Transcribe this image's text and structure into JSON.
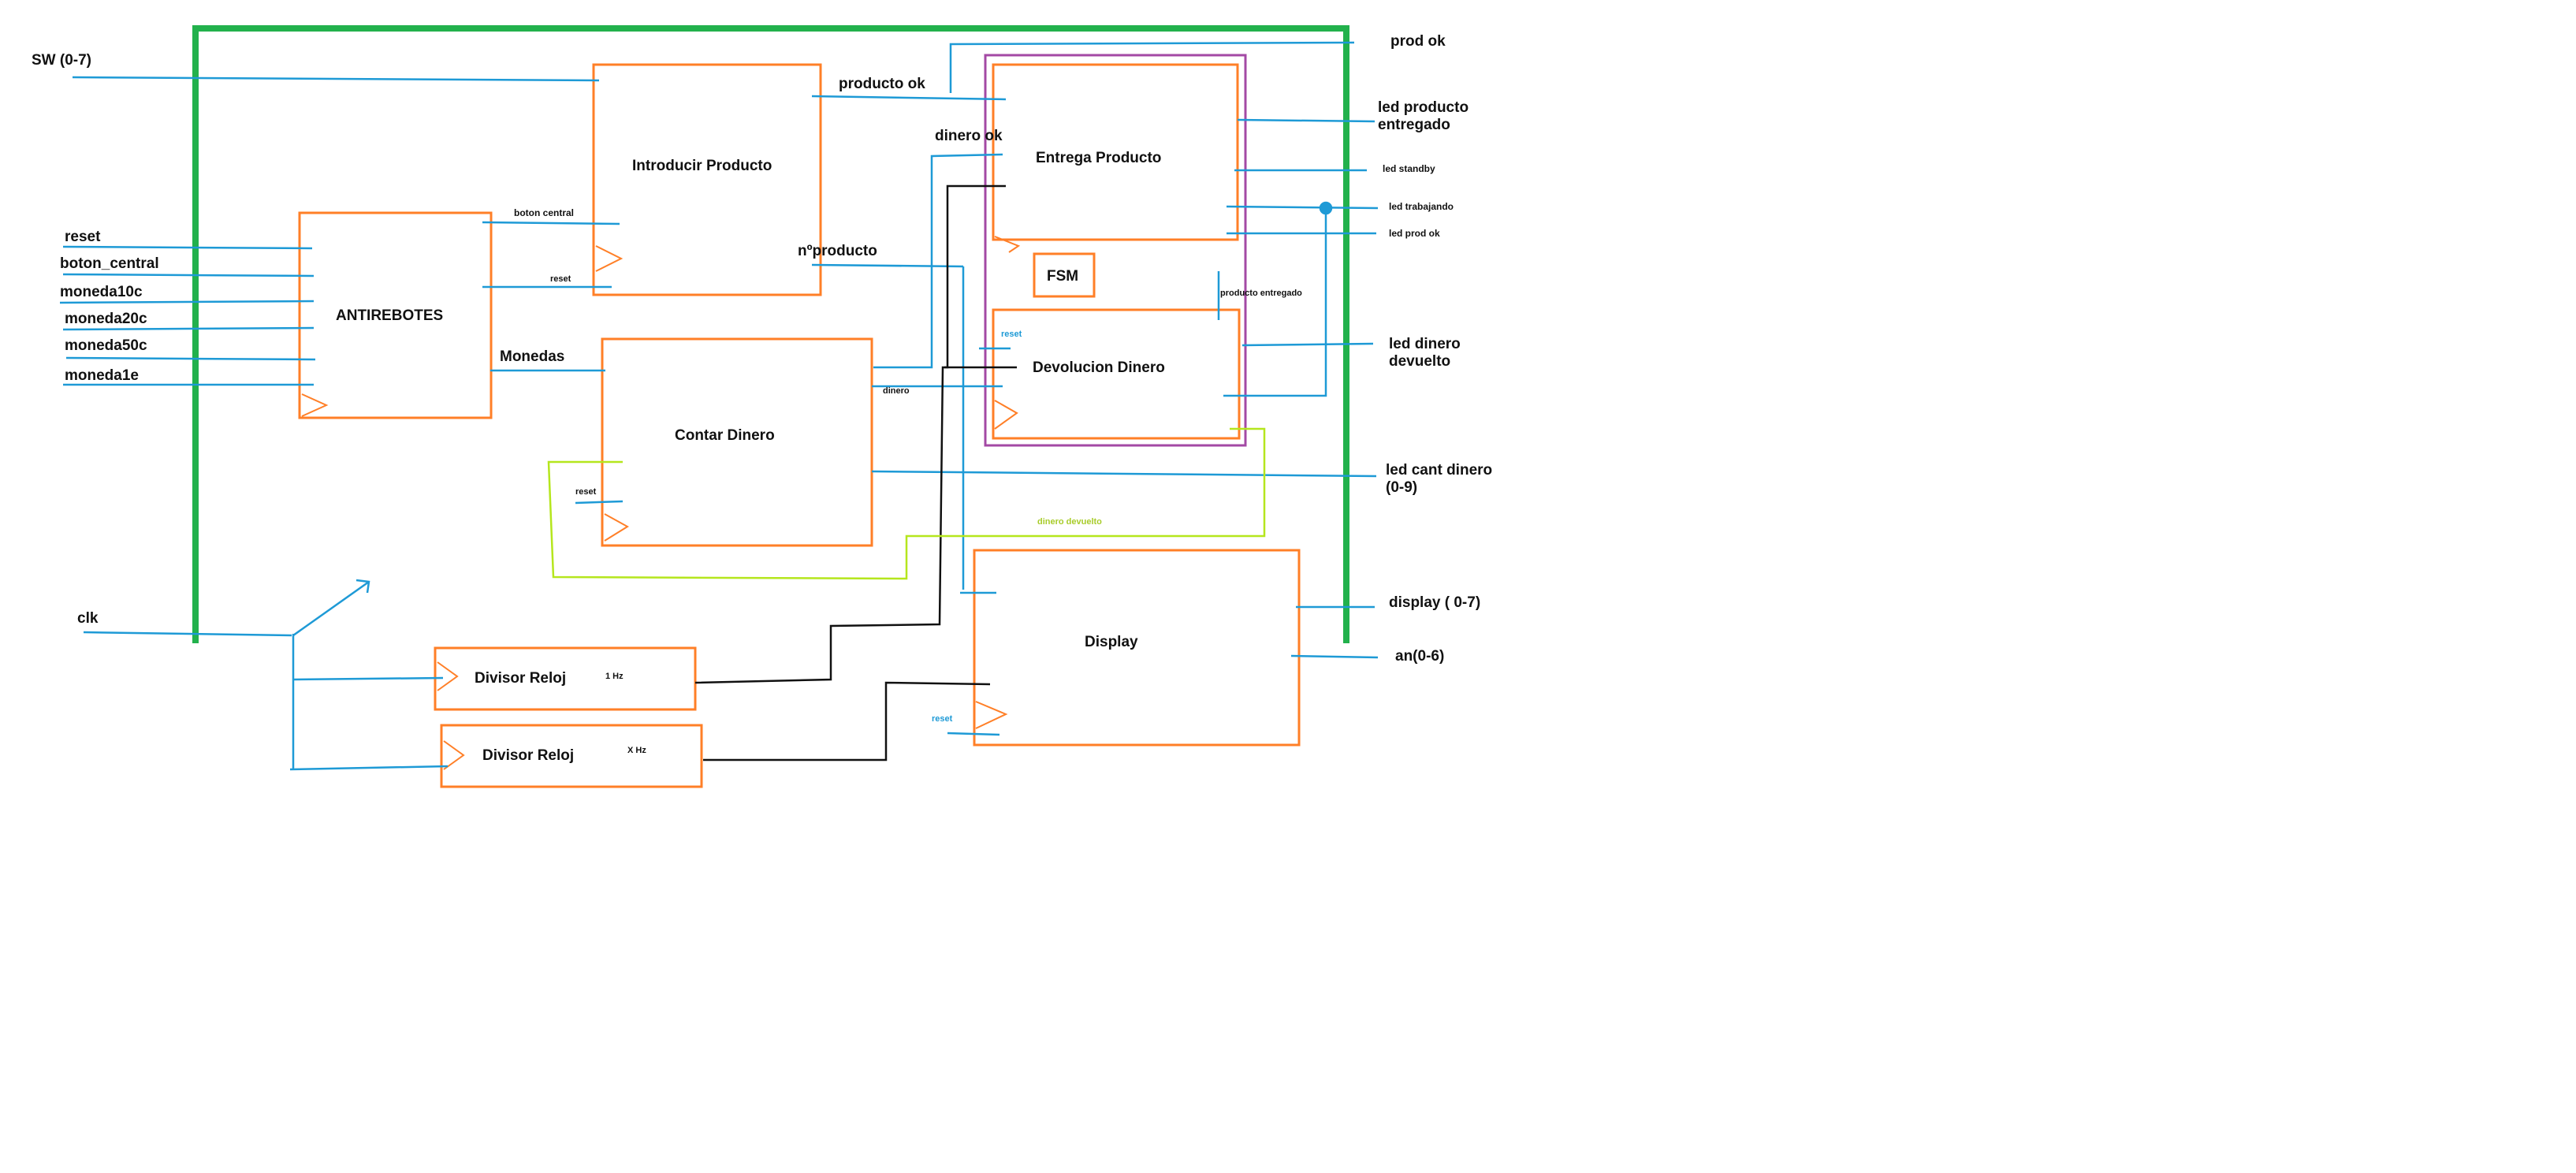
{
  "colors": {
    "board": "#22b14c",
    "block": "#ff7f27",
    "fsm_group": "#a349a4",
    "wire_blue": "#1e9ad6",
    "wire_black": "#111111",
    "wire_lime": "#b5e61d"
  },
  "inputs": {
    "sw": "SW (0-7)",
    "reset": "reset",
    "boton_central": "boton_central",
    "moneda10c": "moneda10c",
    "moneda20c": "moneda20c",
    "moneda50c": "moneda50c",
    "moneda1e": "moneda1e",
    "clk": "clk"
  },
  "blocks": {
    "antirebotes": "ANTIREBOTES",
    "introducir": "Introducir Producto",
    "contar": "Contar Dinero",
    "entrega": "Entrega Producto",
    "fsm": "FSM",
    "devolucion": "Devolucion  Dinero",
    "display": "Display",
    "divisor1": "Divisor Reloj",
    "divisor2": "Divisor Reloj"
  },
  "signals": {
    "producto_ok": "producto ok",
    "boton_central": "boton central",
    "reset_intro": "reset",
    "monedas": "Monedas",
    "n_producto": "nºproducto",
    "dinero_ok": "dinero ok",
    "dinero": "dinero",
    "reset_contar": "reset",
    "reset_devolucion": "reset",
    "producto_entregado": "producto entregado",
    "dinero_devuelto": "dinero devuelto",
    "reset_display": "reset",
    "hz1": "1 Hz",
    "xhz": "X Hz"
  },
  "outputs": {
    "prod_ok": "prod ok",
    "led_producto_entregado_1": "led producto",
    "led_producto_entregado_2": "entregado",
    "led_standby": "led standby",
    "led_trabajando": "led trabajando",
    "led_prod_ok": "led prod ok",
    "led_dinero_devuelto_1": "led dinero",
    "led_dinero_devuelto_2": "devuelto",
    "led_cant_dinero_1": "led cant dinero",
    "led_cant_dinero_2": "(0-9)",
    "display": "display ( 0-7)",
    "an": "an(0-6)"
  }
}
